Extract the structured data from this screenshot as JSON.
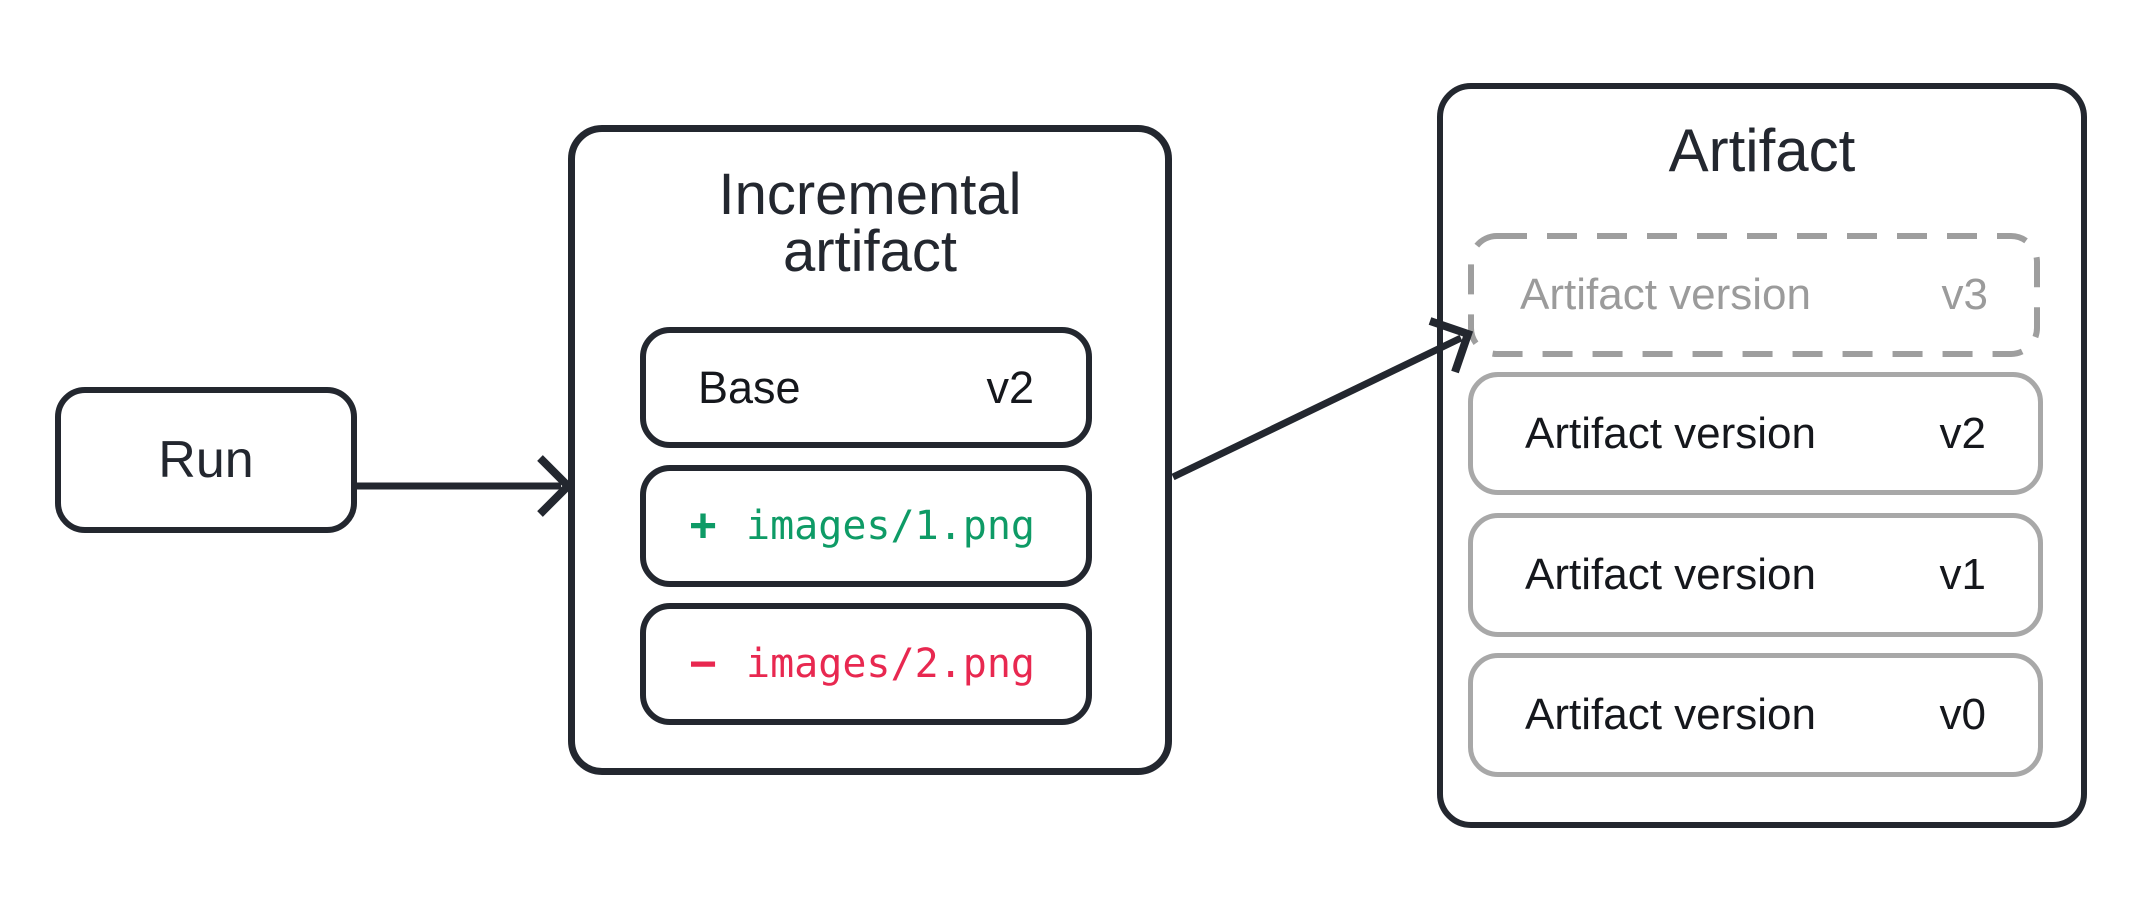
{
  "diagram": {
    "run": {
      "label": "Run"
    },
    "incremental": {
      "title_line1": "Incremental",
      "title_line2": "artifact",
      "base": {
        "label": "Base",
        "version": "v2"
      },
      "added": {
        "sign": "+",
        "path": "images/1.png"
      },
      "removed": {
        "sign": "−",
        "path": "images/2.png"
      }
    },
    "artifact": {
      "title": "Artifact",
      "versions": [
        {
          "label": "Artifact version",
          "version": "v3",
          "state": "pending"
        },
        {
          "label": "Artifact version",
          "version": "v2",
          "state": "committed"
        },
        {
          "label": "Artifact version",
          "version": "v1",
          "state": "committed"
        },
        {
          "label": "Artifact version",
          "version": "v0",
          "state": "committed"
        }
      ]
    }
  },
  "colors": {
    "added": "#0e9b66",
    "removed": "#e82850",
    "stroke": "#23272f",
    "muted": "#9b9b9b",
    "mutedborder": "#a8a8a8",
    "dashed": "#9e9e9e"
  }
}
